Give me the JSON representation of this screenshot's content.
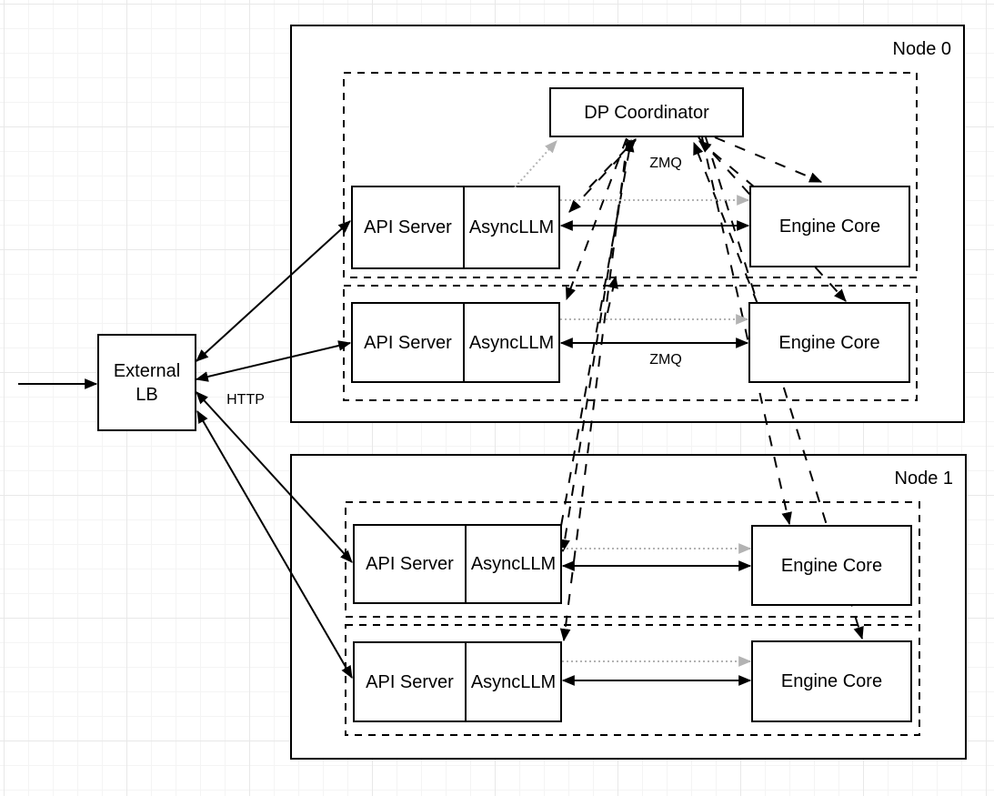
{
  "labels": {
    "node0": "Node 0",
    "node1": "Node 1",
    "dp_coordinator": "DP Coordinator",
    "external_lb_line1": "External",
    "external_lb_line2": "LB",
    "api_server": "API Server",
    "async_llm": "AsyncLLM",
    "engine_core": "Engine Core",
    "http": "HTTP",
    "zmq_coordinator": "ZMQ",
    "zmq_row": "ZMQ"
  },
  "colors": {
    "stroke": "#000000",
    "box_fill": "#ffffff",
    "gray_link": "#b3b3b3",
    "grid_minor": "#f4f4f4",
    "grid_major": "#e8e8e8"
  }
}
